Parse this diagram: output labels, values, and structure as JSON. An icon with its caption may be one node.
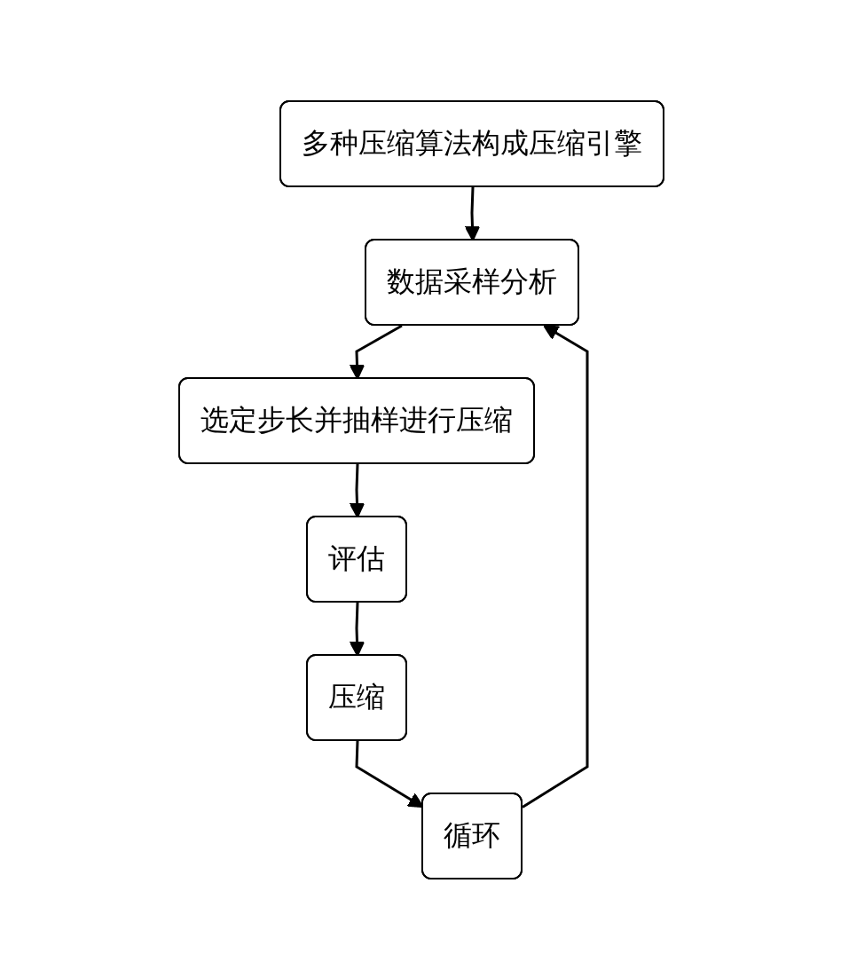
{
  "diagram": {
    "nodes": [
      {
        "text": [
          "多种压缩算法构成压缩引擎"
        ]
      },
      {
        "text": [
          "数据采样分析"
        ]
      },
      {
        "text": [
          "选定步长并抽样进行压缩"
        ]
      },
      {
        "text": [
          "评估"
        ]
      },
      {
        "text": [
          "压缩"
        ]
      },
      {
        "text": [
          "循环"
        ]
      }
    ],
    "edges": [
      {
        "from": 0,
        "to": 1,
        "arrow": "to"
      },
      {
        "from": 1,
        "to": 2,
        "arrow": "to"
      },
      {
        "from": 2,
        "to": 3,
        "arrow": "to"
      },
      {
        "from": 3,
        "to": 4,
        "arrow": "to"
      },
      {
        "from": 4,
        "to": 5,
        "arrow": "to"
      },
      {
        "from": 5,
        "to": 1,
        "arrow": "to"
      }
    ]
  }
}
